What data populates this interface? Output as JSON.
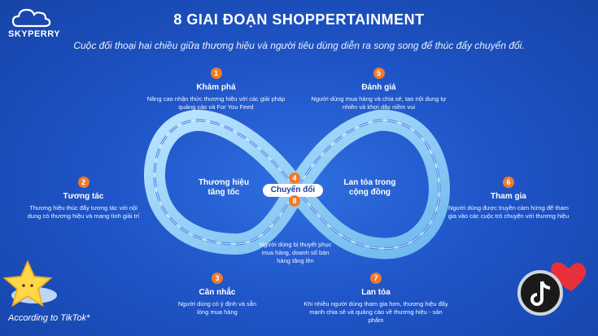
{
  "brand": {
    "name": "SKYPERRY"
  },
  "header": {
    "title": "8 GIAI ĐOẠN SHOPPERTAINMENT",
    "subtitle": "Cuộc đối thoại hai chiều giữa thương hiệu và người tiêu dùng diễn ra song song để thúc đẩy chuyển đổi."
  },
  "stages": [
    {
      "number": "1",
      "title": "Khám phá",
      "desc": "Nâng cao nhận thức thương hiệu với các giải pháp quảng cáo và For You Feed"
    },
    {
      "number": "2",
      "title": "Tương tác",
      "desc": "Thương hiệu thúc đẩy tương tác với nội dung có thương hiệu và mang tính giải trí"
    },
    {
      "number": "3",
      "title": "Cân nhắc",
      "desc": "Người dùng có ý định và sẵn lòng mua hàng"
    },
    {
      "number": "4",
      "title": "Chuyển đổi",
      "desc": ""
    },
    {
      "number": "5",
      "title": "Đánh giá",
      "desc": "Người dùng mua hàng và chia sẻ, tạo nội dung tự nhiên và khơi dậy niềm vui"
    },
    {
      "number": "6",
      "title": "Tham gia",
      "desc": "Người dùng được truyền cảm hứng để tham gia vào các cuộc trò chuyện với thương hiệu"
    },
    {
      "number": "7",
      "title": "Lan tỏa",
      "desc": "Khi nhiều người dùng tham gia hơn, thương hiệu đẩy mạnh chia sẻ và quảng cáo về thương hiệu - sản phẩm"
    },
    {
      "number": "8",
      "title": "",
      "desc": "Người dùng bị thuyết phục mua hàng, doanh số bán hàng tăng lên"
    }
  ],
  "loop": {
    "left_label": "Thương hiệu tăng tốc",
    "right_label": "Lan tỏa trong cộng đồng",
    "center_label": "Chuyển đổi"
  },
  "footer": {
    "source": "According to TikTok*"
  },
  "colors": {
    "background": "#1f55c8",
    "badge": "#f07a2a",
    "loop": "#8fd0f5"
  },
  "icons": [
    "cloud-icon",
    "star-icon",
    "tiktok-icon",
    "heart-icon"
  ]
}
